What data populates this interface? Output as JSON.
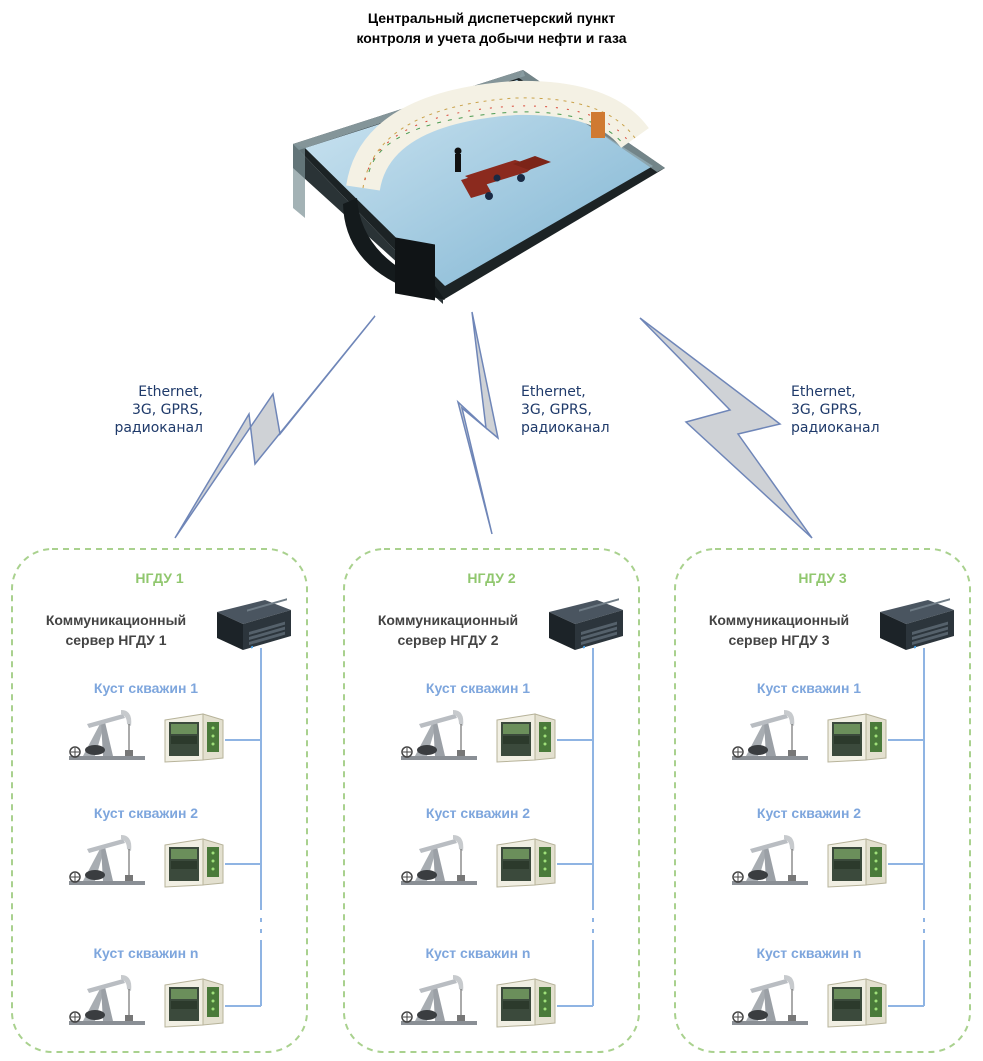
{
  "title": {
    "line1": "Центральный диспетчерский пункт",
    "line2": "контроля и учета добычи нефти и газа"
  },
  "links": [
    {
      "line1": "Ethernet,",
      "line2": "3G, GPRS,",
      "line3": "радиоканал"
    },
    {
      "line1": "Ethernet,",
      "line2": "3G, GPRS,",
      "line3": "радиоканал"
    },
    {
      "line1": "Ethernet,",
      "line2": "3G, GPRS,",
      "line3": "радиоканал"
    }
  ],
  "regions": [
    {
      "name": "НГДУ 1",
      "server_line1": "Коммуникационный",
      "server_line2": "сервер НГДУ 1",
      "clusters": [
        "Куст скважин 1",
        "Куст скважин 2",
        "Куст скважин n"
      ]
    },
    {
      "name": "НГДУ 2",
      "server_line1": "Коммуникационный",
      "server_line2": "сервер НГДУ 2",
      "clusters": [
        "Куст скважин 1",
        "Куст скважин 2",
        "Куст скважин n"
      ]
    },
    {
      "name": "НГДУ 3",
      "server_line1": "Коммуникационный",
      "server_line2": "сервер НГДУ 3",
      "clusters": [
        "Куст скважин 1",
        "Куст скважин 2",
        "Куст скважин n"
      ]
    }
  ],
  "colors": {
    "region_border": "#a9d18e",
    "region_title": "#90c76e",
    "cluster_label": "#7ea6dd",
    "bus_line": "#8fb4e3",
    "lightning_fill": "#cfd2d6",
    "lightning_stroke": "#6f86b8",
    "link_text": "#1f3a6a"
  }
}
